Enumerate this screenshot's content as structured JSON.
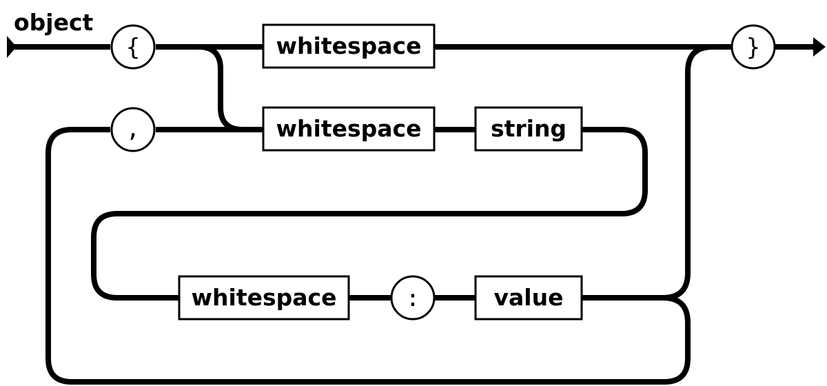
{
  "diagram": {
    "title": "object",
    "nodes": {
      "open_brace": "{",
      "close_brace": "}",
      "comma": ",",
      "colon": ":",
      "ws_top": "whitespace",
      "ws_key": "whitespace",
      "string": "string",
      "ws_colon": "whitespace",
      "value": "value"
    }
  }
}
